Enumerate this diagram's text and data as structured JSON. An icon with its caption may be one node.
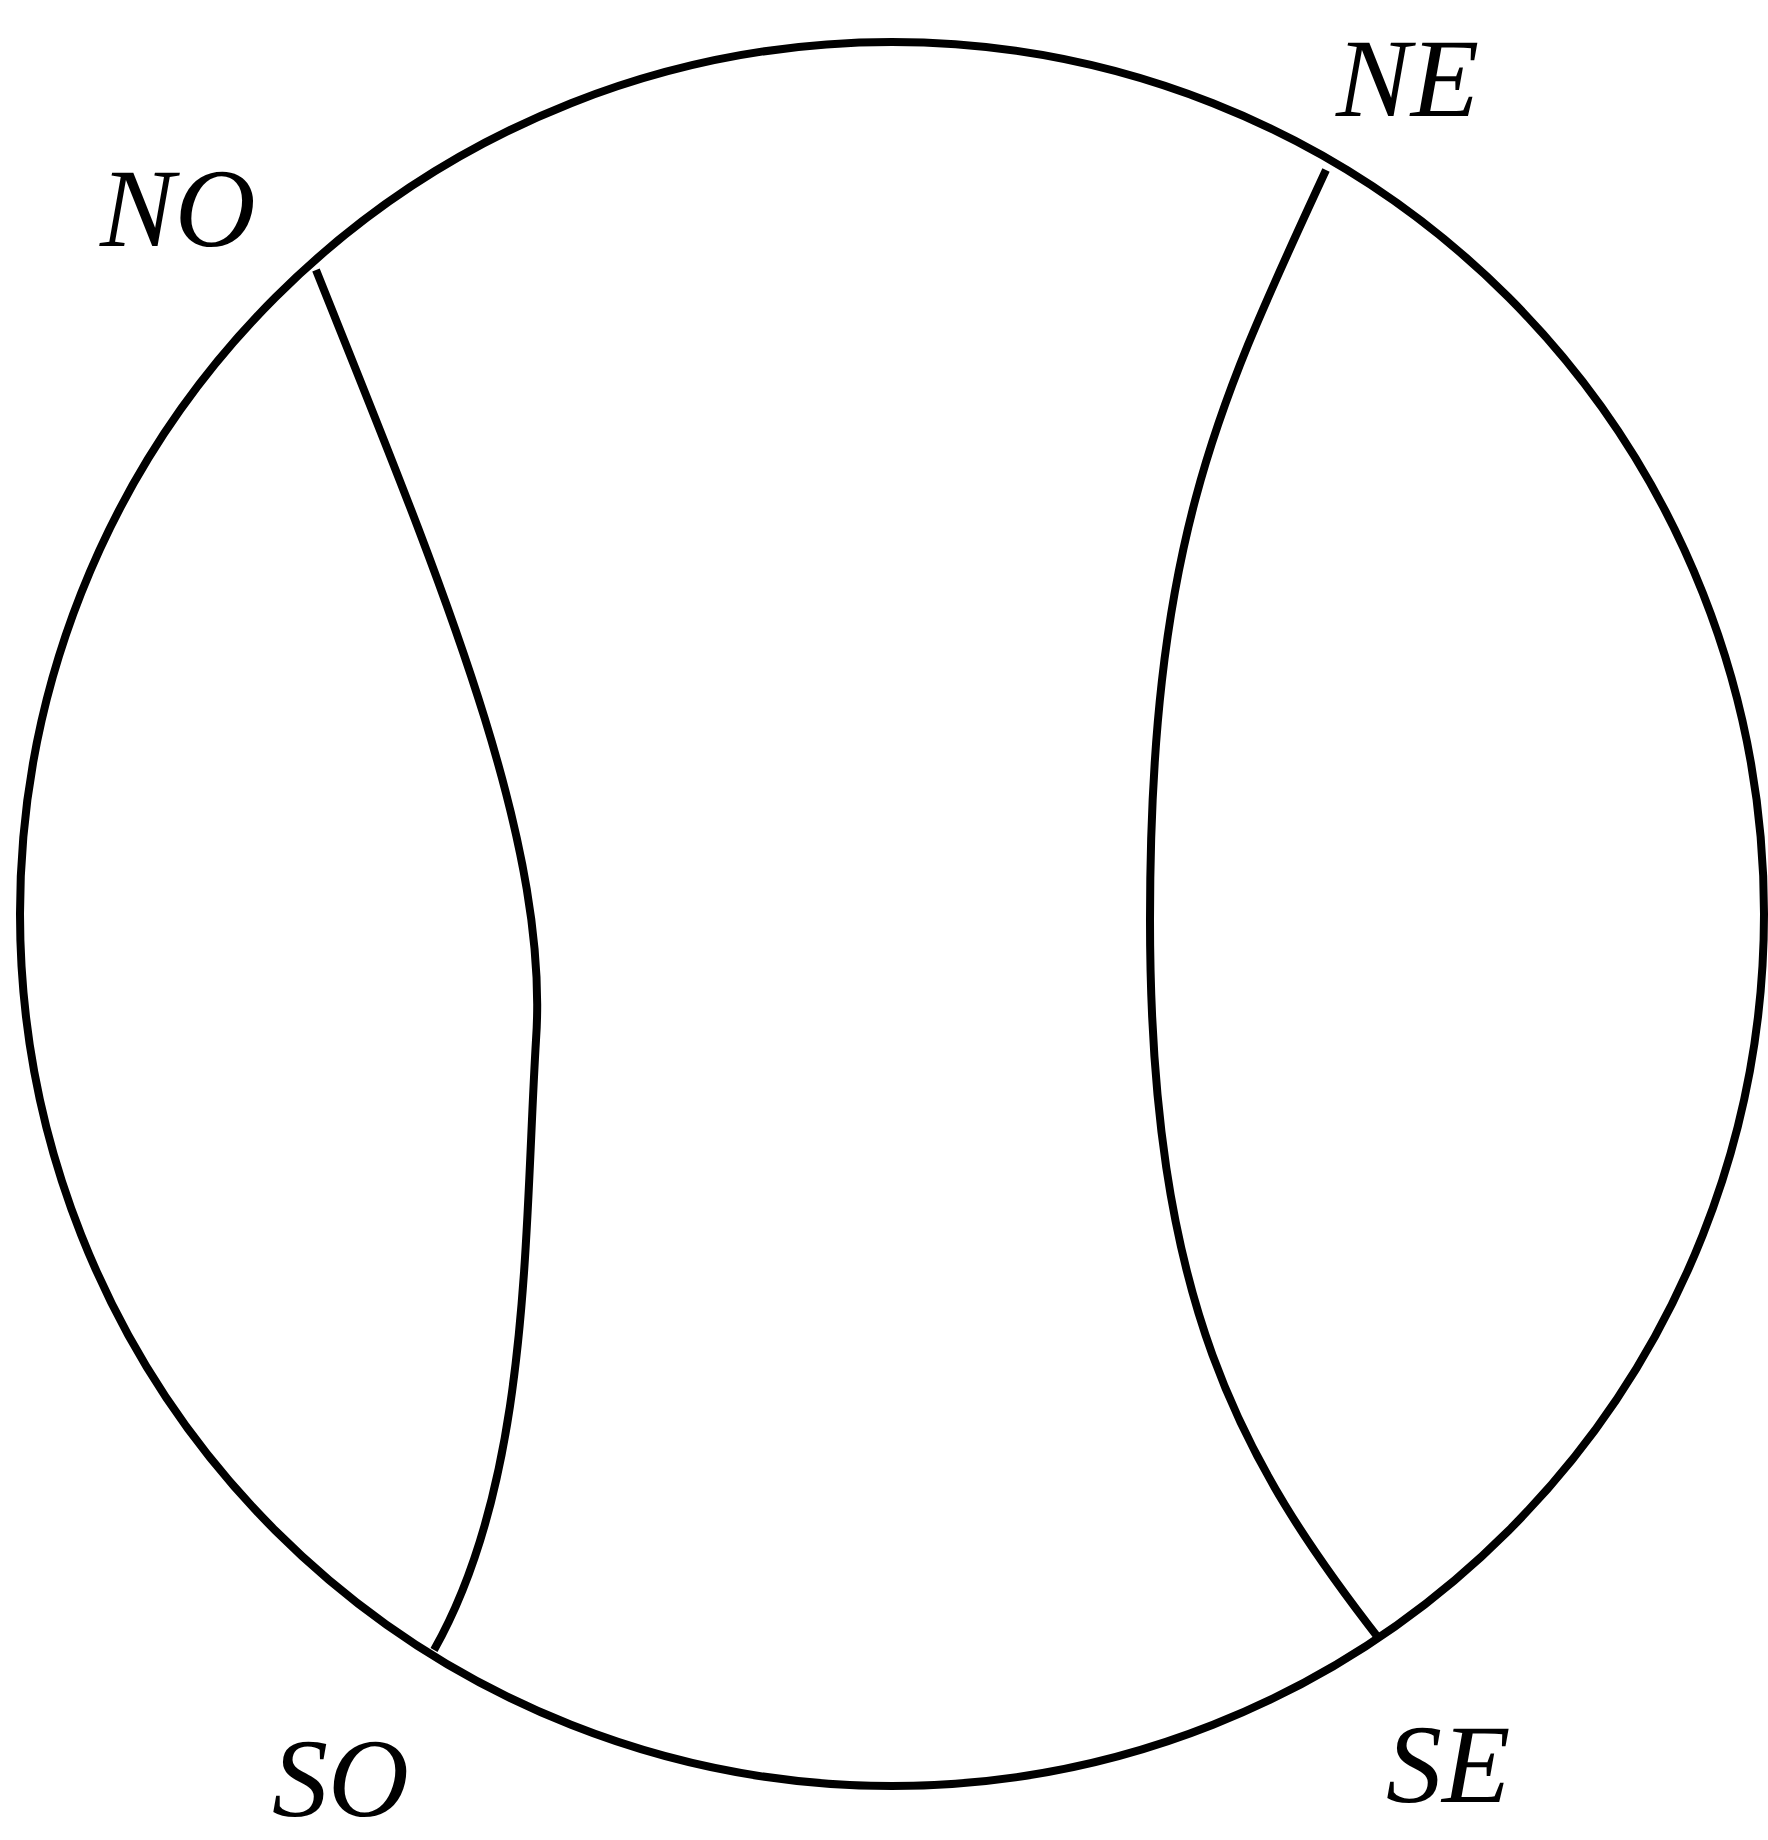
{
  "diagram": {
    "labels": [
      "NE",
      "NO",
      "SO",
      "SE"
    ]
  }
}
